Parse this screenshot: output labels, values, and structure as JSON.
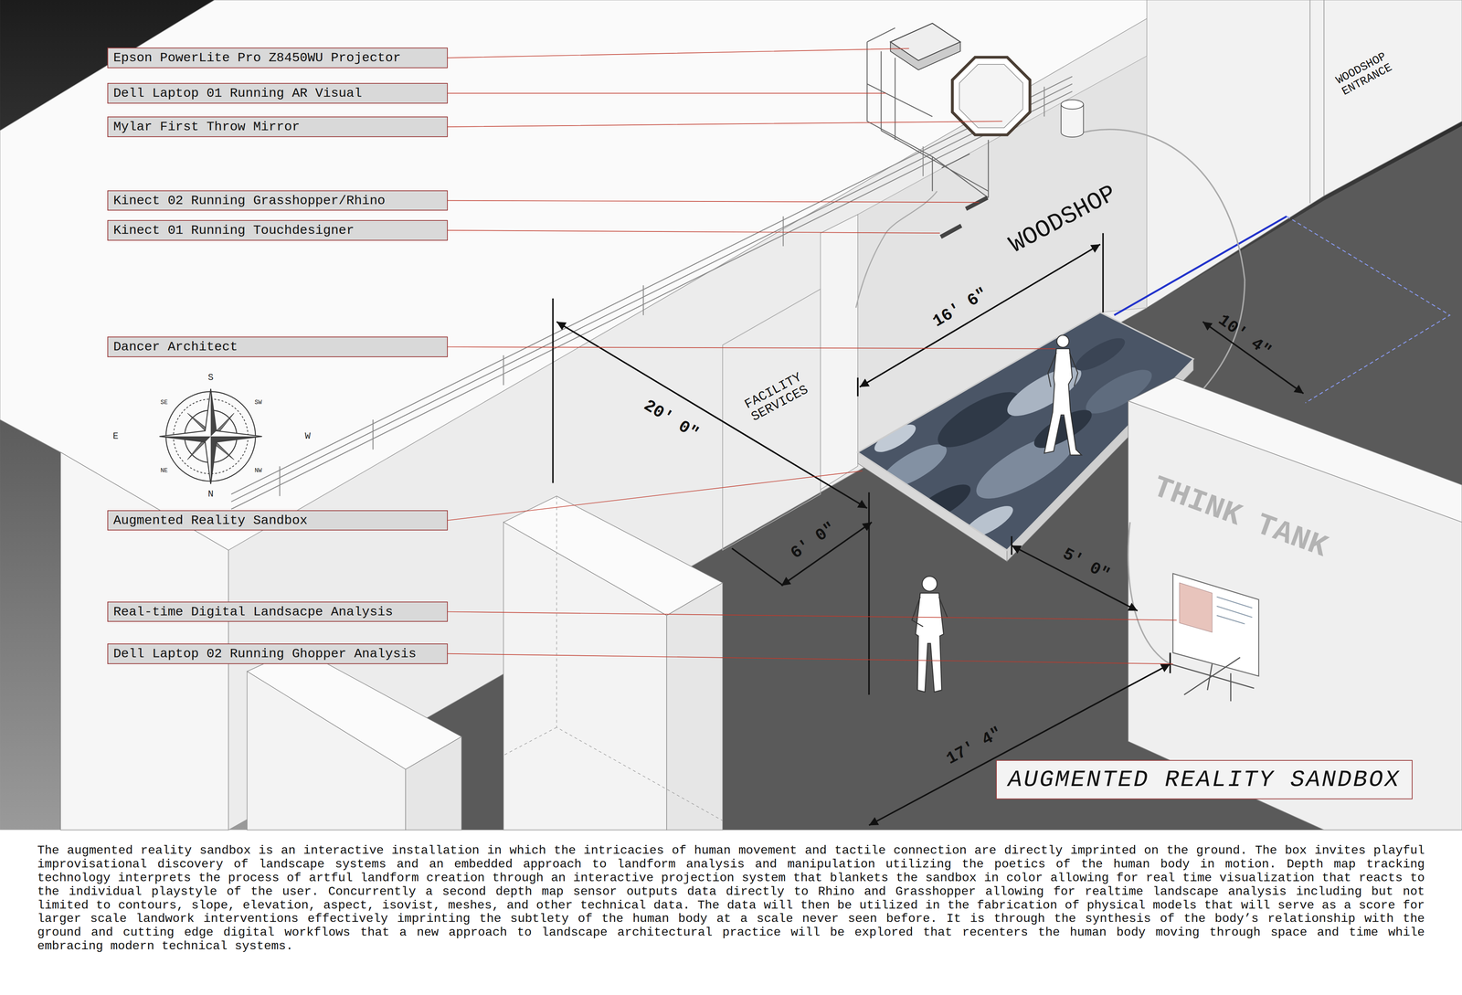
{
  "diagram": {
    "title": "AUGMENTED REALITY SANDBOX",
    "caption": "The augmented reality sandbox is an interactive installation in which the intricacies of human movement and tactile connection are directly imprinted on the ground. The box invites playful improvisational discovery of landscape systems and an embedded approach to landform analysis and manipulation utilizing the poetics of the human body in motion. Depth map tracking technology interprets the process of artful landform creation through an interactive projection system that blankets the sandbox in color allowing for real time visualization that reacts to the individual playstyle of the user. Concurrently a second depth map sensor outputs data directly to Rhino and Grasshopper allowing for realtime landscape analysis including but not limited to contours, slope, elevation, aspect, isovist, meshes, and other technical data. The data will then be utilized in the fabrication of physical models that will serve as a score for larger scale landwork interventions effectively imprinting the subtlety of the human body at a scale never seen before. It is through the synthesis of the body’s relationship with the ground and cutting edge digital workflows that a new approach to landscape architectural practice will be explored that recenters the human body moving through space and time while embracing modern technical systems.",
    "nodes": [
      {
        "text": [
          "Epson PowerLite Pro Z8450WU Projector"
        ]
      },
      {
        "text": [
          "Dell Laptop 01 Running AR Visual"
        ]
      },
      {
        "text": [
          "Mylar First Throw Mirror"
        ]
      },
      {
        "text": [
          "Kinect 02 Running Grasshopper/Rhino"
        ]
      },
      {
        "text": [
          "Kinect 01 Running Touchdesigner"
        ]
      },
      {
        "text": [
          "Dancer Architect"
        ]
      },
      {
        "text": [
          "Augmented Reality Sandbox"
        ]
      },
      {
        "text": [
          "Real-time Digital Landsacpe Analysis"
        ]
      },
      {
        "text": [
          "Dell Laptop 02 Running Ghopper Analysis"
        ]
      }
    ],
    "labels": [
      "WOODSHOP ENTRANCE",
      "WOODSHOP",
      "16' 6\"",
      "10' 4\"",
      "20' 0\"",
      "FACILITY SERVICES",
      "6' 0\"",
      "5' 0\"",
      "THINK TANK",
      "17' 4\"",
      "S",
      "SE",
      "SW",
      "E",
      "W",
      "NE",
      "NW",
      "N"
    ]
  }
}
